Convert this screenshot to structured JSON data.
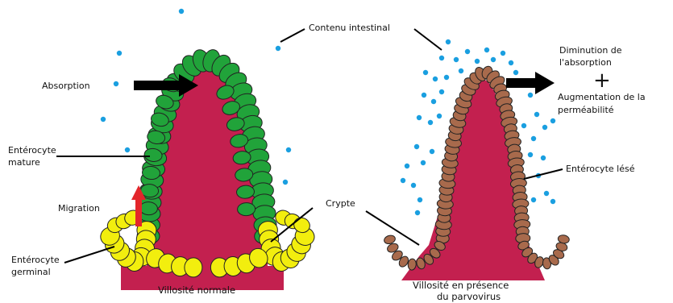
{
  "labels": {
    "contenu": "Contenu intestinal",
    "absorption": "Absorption",
    "mature_1": "Entérocyte",
    "mature_2": "mature",
    "migration": "Migration",
    "germinal_1": "Entérocyte",
    "germinal_2": "germinal",
    "crypte": "Crypte",
    "diminution_1": "Diminution de",
    "diminution_2": "l'absorption",
    "plus": "+",
    "augmentation_1": "Augmentation de la",
    "augmentation_2": "perméabilité",
    "lese": "Entérocyte lésé"
  },
  "captions": {
    "left": "Villosité normale",
    "right_1": "Villosité en présence",
    "right_2": "du parvovirus"
  },
  "colors": {
    "lamina": "#c3204f",
    "mature_cell": "#21a33a",
    "germinal_cell": "#f2ee0e",
    "damaged_cell": "#a86a4c",
    "lumen_dot": "#1a9fe0",
    "migration_arrow": "#e3262b",
    "outline": "#222222"
  }
}
